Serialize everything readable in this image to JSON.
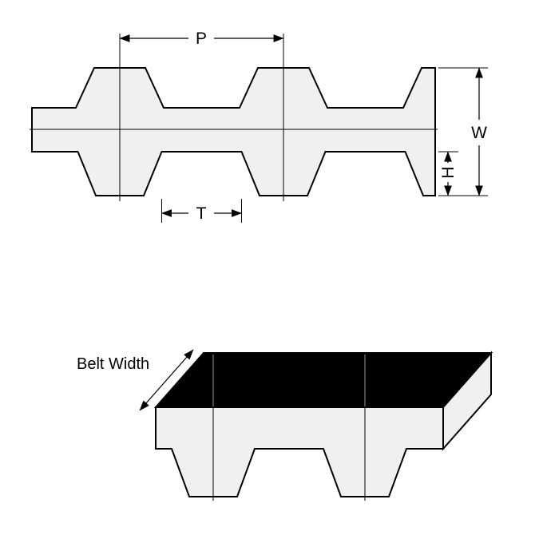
{
  "drawing": {
    "cross_section": {
      "pitch_label": "P",
      "width_label": "W",
      "height_label": "H",
      "tooth_label": "T"
    },
    "view3d": {
      "belt_width_label": "Belt Width"
    }
  },
  "colors": {
    "outline": "#000000",
    "belt_fill": "#f0f0f0",
    "top_face": "#000000",
    "background": "#ffffff"
  }
}
